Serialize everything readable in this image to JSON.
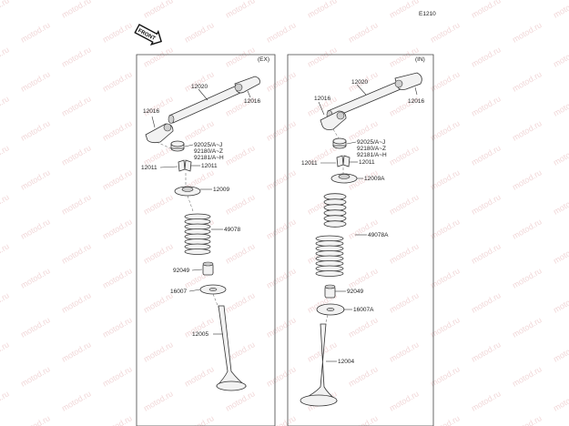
{
  "diagram_code": "E1210",
  "front_badge": "FRONT",
  "watermark": "motod.ru",
  "panels": {
    "ex": {
      "tag": "(EX)",
      "labels": {
        "shaft": "12020",
        "rocker_right": "12016",
        "rocker_left": "12016",
        "shim_a": "92025/A~J",
        "shim_b": "92180/A~Z",
        "shim_c": "92181/A~H",
        "keeper_left": "12011",
        "keeper_right": "12011",
        "retainer": "12009",
        "spring": "49078",
        "seal": "92049",
        "seat": "16007",
        "valve": "12005"
      }
    },
    "in": {
      "tag": "(IN)",
      "labels": {
        "shaft": "12020",
        "rocker_left": "12016",
        "rocker_right": "12016",
        "shim_a": "92025/A~J",
        "shim_b": "92180/A~Z",
        "shim_c": "92181/A~H",
        "keeper_left": "12011",
        "keeper_right": "12011",
        "retainer": "12009A",
        "spring": "49078A",
        "seal": "92049",
        "seat": "16007A",
        "valve": "12004"
      }
    }
  }
}
